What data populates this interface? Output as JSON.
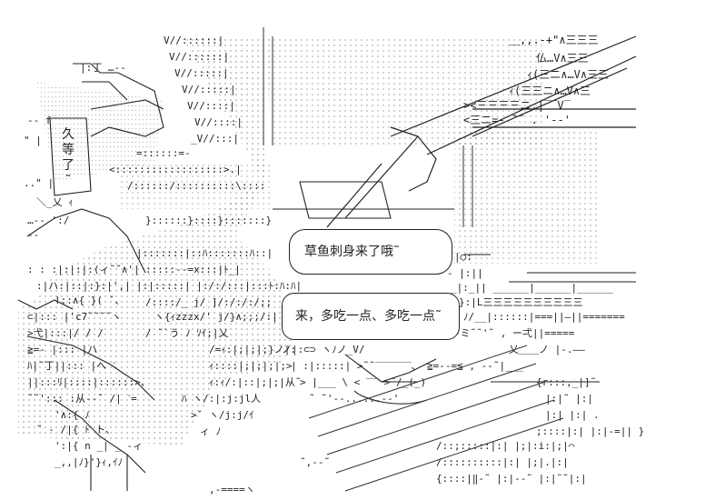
{
  "speech": {
    "top_line": "草鱼刺身来了哦˜",
    "bottom_line": "来，多吃一点、多吃一点˜"
  },
  "sign_chars": [
    "久",
    "等",
    "了",
    "˜"
  ],
  "colors": {
    "background": "#ffffff",
    "ink": "#222222",
    "dots": "#777777"
  }
}
